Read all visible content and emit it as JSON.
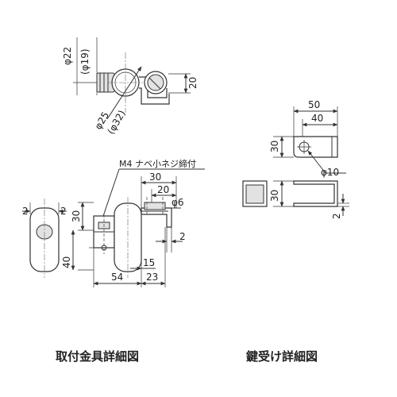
{
  "captions": {
    "left": "取付金具詳細図",
    "right": "鍵受け詳細図"
  },
  "top_view": {
    "d_outer": "φ22",
    "d_inner": "(φ19)",
    "d_25": "φ25",
    "d_32": "(φ32)",
    "h_20": "20"
  },
  "front_view": {
    "screw_note": "M4 ナベ小ネジ締付",
    "d30": "30",
    "d20": "20",
    "phi6": "φ6",
    "left2a": "2",
    "left2b": "2",
    "v30": "30",
    "v40": "40",
    "r2": "2",
    "b15": "15",
    "b54": "54",
    "b23": "23"
  },
  "catch": {
    "w50": "50",
    "w40": "40",
    "h30": "30",
    "phi10": "φ10",
    "h30b": "30",
    "t2": "2"
  }
}
